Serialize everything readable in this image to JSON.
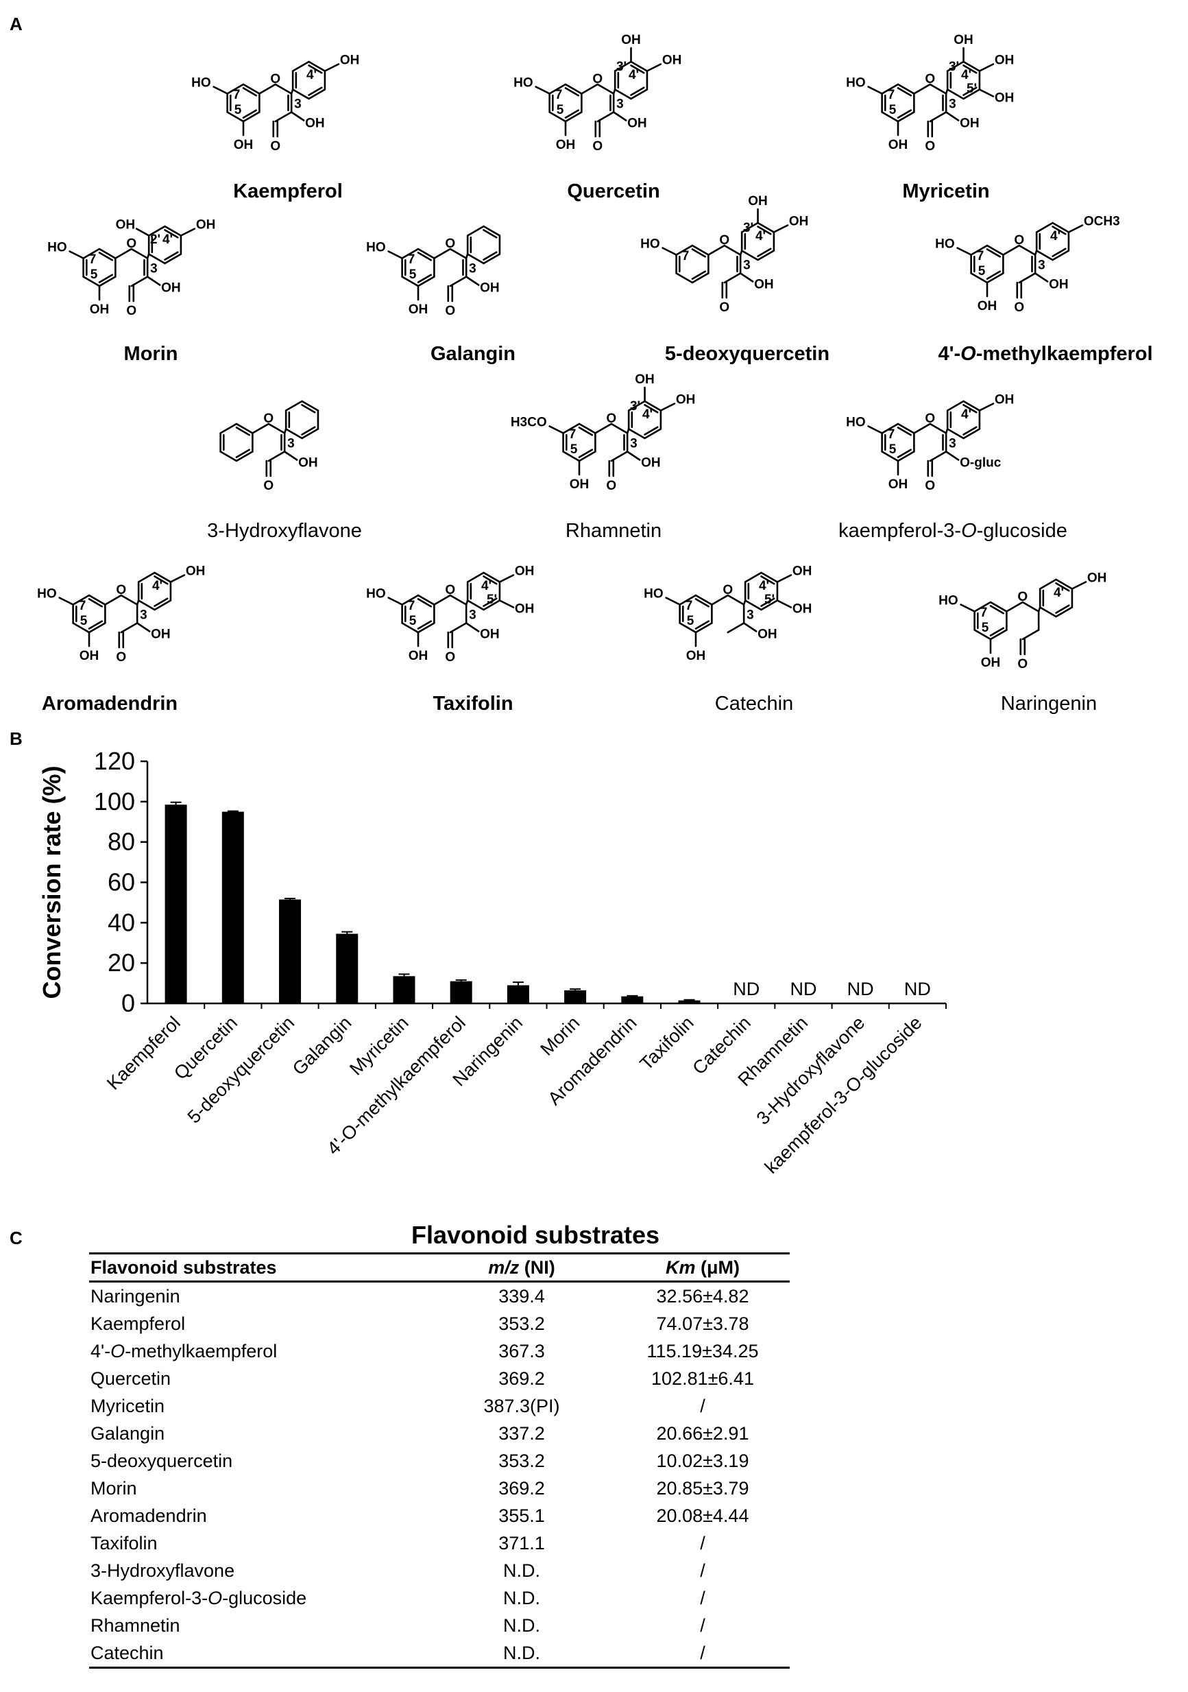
{
  "panels": {
    "a": "A",
    "b": "B",
    "c": "C"
  },
  "structures": {
    "atoms": {
      "ho": "HO",
      "oh": "OH",
      "o": "O",
      "och3": "OCH3",
      "h3co": "H3CO",
      "ogluc": "O-gluc"
    },
    "positions": {
      "p3": "3",
      "p5": "5",
      "p7": "7",
      "p2p": "2'",
      "p3p": "3'",
      "p4p": "4'",
      "p5p": "5'"
    },
    "names": {
      "kaempferol": "Kaempferol",
      "quercetin": "Quercetin",
      "myricetin": "Myricetin",
      "morin": "Morin",
      "galangin": "Galangin",
      "deoxyquercetin": "5-deoxyquercetin",
      "methylkaempferol_prefix": "4'-",
      "methylkaempferol_o": "O",
      "methylkaempferol_suffix": "-methylkaempferol",
      "hydroxyflavone": "3-Hydroxyflavone",
      "rhamnetin": "Rhamnetin",
      "kglucoside_prefix": "kaempferol-3-",
      "kglucoside_o": "O",
      "kglucoside_suffix": "-glucoside",
      "aromadendrin": "Aromadendrin",
      "taxifolin": "Taxifolin",
      "catechin": "Catechin",
      "naringenin": "Naringenin"
    }
  },
  "chart_data": {
    "type": "bar",
    "ylabel": "Conversion rate (%)",
    "ylim": [
      0,
      120
    ],
    "yticks": [
      0,
      20,
      40,
      60,
      80,
      100,
      120
    ],
    "categories": [
      "Kaempferol",
      "Quercetin",
      "5-deoxyquercetin",
      "Galangin",
      "Myricetin",
      "4'-O-methylkaempferol",
      "Naringenin",
      "Morin",
      "Aromadendrin",
      "Taxifolin",
      "Catechin",
      "Rhamnetin",
      "3-Hydroxyflavone",
      "kaempferol-3-O-glucoside"
    ],
    "values": [
      98.5,
      95,
      51.5,
      34.5,
      13.5,
      11,
      9,
      6.5,
      3.5,
      1.5,
      null,
      null,
      null,
      null
    ],
    "errors": [
      1.2,
      0.3,
      0.5,
      1.0,
      1.0,
      0.6,
      1.5,
      0.6,
      0.3,
      0.3,
      null,
      null,
      null,
      null
    ],
    "nd_label": "ND",
    "bar_color": "#000000",
    "grid": false
  },
  "table": {
    "title": "Flavonoid substrates",
    "col1": "Flavonoid substrates",
    "col2_italic": "m/z",
    "col2_rest": " (NI)",
    "col3_italic": "Km",
    "col3_rest": " (μM)",
    "rows": [
      {
        "pre": "Naringenin",
        "it": "",
        "post": "",
        "mz": "339.4",
        "km": "32.56±4.82"
      },
      {
        "pre": "Kaempferol",
        "it": "",
        "post": "",
        "mz": "353.2",
        "km": "74.07±3.78"
      },
      {
        "pre": "4'-",
        "it": "O",
        "post": "-methylkaempferol",
        "mz": "367.3",
        "km": "115.19±34.25"
      },
      {
        "pre": "Quercetin",
        "it": "",
        "post": "",
        "mz": "369.2",
        "km": "102.81±6.41"
      },
      {
        "pre": "Myricetin",
        "it": "",
        "post": "",
        "mz": "387.3(PI)",
        "km": "/"
      },
      {
        "pre": "Galangin",
        "it": "",
        "post": "",
        "mz": "337.2",
        "km": "20.66±2.91"
      },
      {
        "pre": "5-deoxyquercetin",
        "it": "",
        "post": "",
        "mz": "353.2",
        "km": "10.02±3.19"
      },
      {
        "pre": "Morin",
        "it": "",
        "post": "",
        "mz": "369.2",
        "km": "20.85±3.79"
      },
      {
        "pre": "Aromadendrin",
        "it": "",
        "post": "",
        "mz": "355.1",
        "km": "20.08±4.44"
      },
      {
        "pre": "Taxifolin",
        "it": "",
        "post": "",
        "mz": "371.1",
        "km": "/"
      },
      {
        "pre": "3-Hydroxyflavone",
        "it": "",
        "post": "",
        "mz": "N.D.",
        "km": "/"
      },
      {
        "pre": "Kaempferol-3-",
        "it": "O",
        "post": "-glucoside",
        "mz": "N.D.",
        "km": "/"
      },
      {
        "pre": "Rhamnetin",
        "it": "",
        "post": "",
        "mz": "N.D.",
        "km": "/"
      },
      {
        "pre": "Catechin",
        "it": "",
        "post": "",
        "mz": "N.D.",
        "km": "/"
      }
    ]
  }
}
